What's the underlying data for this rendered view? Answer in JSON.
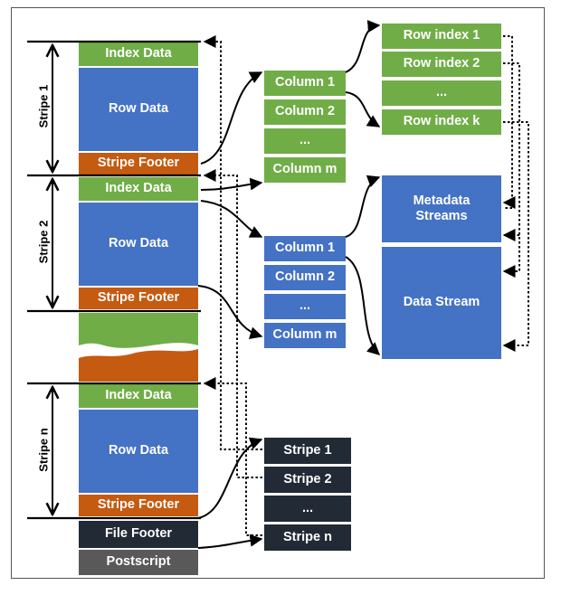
{
  "stripes": [
    {
      "label": "Stripe 1"
    },
    {
      "label": "Stripe 2"
    },
    {
      "label": "Stripe n"
    }
  ],
  "blocks": {
    "index_data": "Index Data",
    "row_data": "Row Data",
    "stripe_footer": "Stripe Footer",
    "file_footer": "File Footer",
    "postscript": "Postscript"
  },
  "columns_group1": [
    "Column 1",
    "Column 2",
    "...",
    "Column m"
  ],
  "columns_group2": [
    "Column 1",
    "Column 2",
    "...",
    "Column m"
  ],
  "row_indexes": [
    "Row index 1",
    "Row index 2",
    "...",
    "Row index k"
  ],
  "streams": {
    "metadata": "Metadata Streams",
    "data": "Data Stream"
  },
  "footer_stripes": [
    "Stripe 1",
    "Stripe 2",
    "...",
    "Stripe n"
  ],
  "colors": {
    "green": "#70ad47",
    "blue": "#4472c4",
    "orange": "#c55a11",
    "dark": "#222a35",
    "gray": "#595959"
  }
}
